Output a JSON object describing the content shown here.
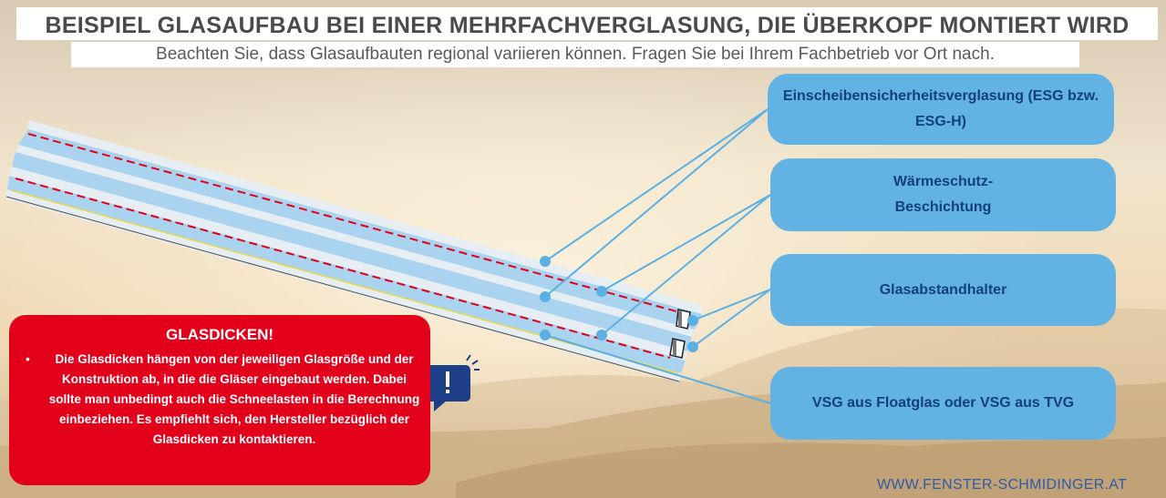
{
  "header": {
    "title": "BEISPIEL GLASAUFBAU BEI EINER MEHRFACHVERGLASUNG, DIE ÜBERKOPF MONTIERT WIRD",
    "subtitle": "Beachten Sie, dass Glasaufbauten regional variieren können. Fragen Sie bei Ihrem Fachbetrieb vor Ort nach."
  },
  "callouts": {
    "esg": "Einscheibensicherheitsverglasung (ESG bzw. ESG-H)",
    "coating": "Wärmeschutz-Beschichtung",
    "spacer": "Glasabstandhalter",
    "vsg": "VSG aus Floatglas oder VSG aus TVG"
  },
  "warning": {
    "title": "GLASDICKEN!",
    "bullet": "•",
    "text": "Die Glasdicken hängen von der jeweiligen Glasgröße und der Konstruktion ab, in die die Gläser eingebaut werden. Dabei sollte man unbedingt auch die Schneelasten in die Berechnung einbeziehen. Es empfiehlt sich, den Hersteller bezüglich der Glasdicken zu kontaktieren.",
    "icon": "exclamation-speech-icon"
  },
  "footer": {
    "website": "WWW.FENSTER-SCHMIDINGER.AT"
  },
  "colors": {
    "callout": "#62b3e4",
    "callout_text": "#13407a",
    "warning": "#e3001b",
    "glass_pane": "#a9d3ef",
    "glass_gap": "#e6eef4",
    "coating_line": "#e3001b",
    "leader_line": "#5ab0e2"
  }
}
